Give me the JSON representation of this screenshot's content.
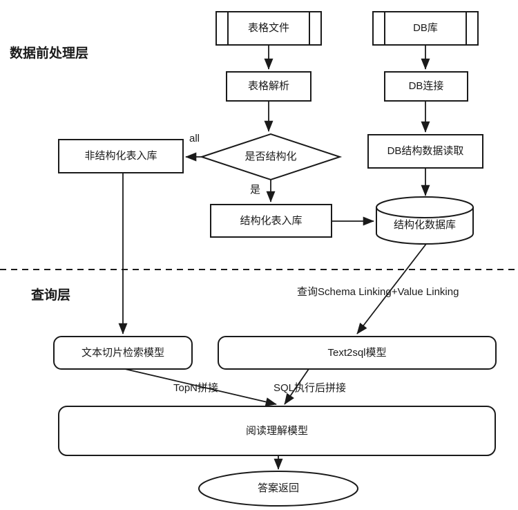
{
  "diagram": {
    "title_layer_1": "数据前处理层",
    "title_layer_2": "查询层",
    "stroke_color": "#1a1a1a",
    "fill_color": "#ffffff",
    "background": "#ffffff"
  },
  "nodes": {
    "table_file": {
      "label": "表格文件",
      "shape": "predefined-process"
    },
    "db_store": {
      "label": "DB库",
      "shape": "predefined-process"
    },
    "table_parse": {
      "label": "表格解析",
      "shape": "process"
    },
    "db_connect": {
      "label": "DB连接",
      "shape": "process"
    },
    "is_structured": {
      "label": "是否结构化",
      "shape": "decision"
    },
    "db_schema_read": {
      "label": "DB结构数据读取",
      "shape": "process"
    },
    "unstructured_import": {
      "label": "非结构化表入库",
      "shape": "process"
    },
    "structured_import": {
      "label": "结构化表入库",
      "shape": "process"
    },
    "structured_database": {
      "label": "结构化数据库",
      "shape": "cylinder"
    },
    "text_chunk_retrieval_model": {
      "label": "文本切片检索模型",
      "shape": "rounded-process"
    },
    "text2sql_model": {
      "label": "Text2sql模型",
      "shape": "rounded-process"
    },
    "reading_comprehension_model": {
      "label": "阅读理解模型",
      "shape": "rounded-process"
    },
    "answer_return": {
      "label": "答案返回",
      "shape": "ellipse"
    }
  },
  "edge_labels": {
    "all": "all",
    "yes": "是",
    "schema_value_linking": "查询Schema Linking+Value Linking",
    "topn_concat": "TopN拼接",
    "sql_exec_concat": "SQL执行后拼接"
  }
}
